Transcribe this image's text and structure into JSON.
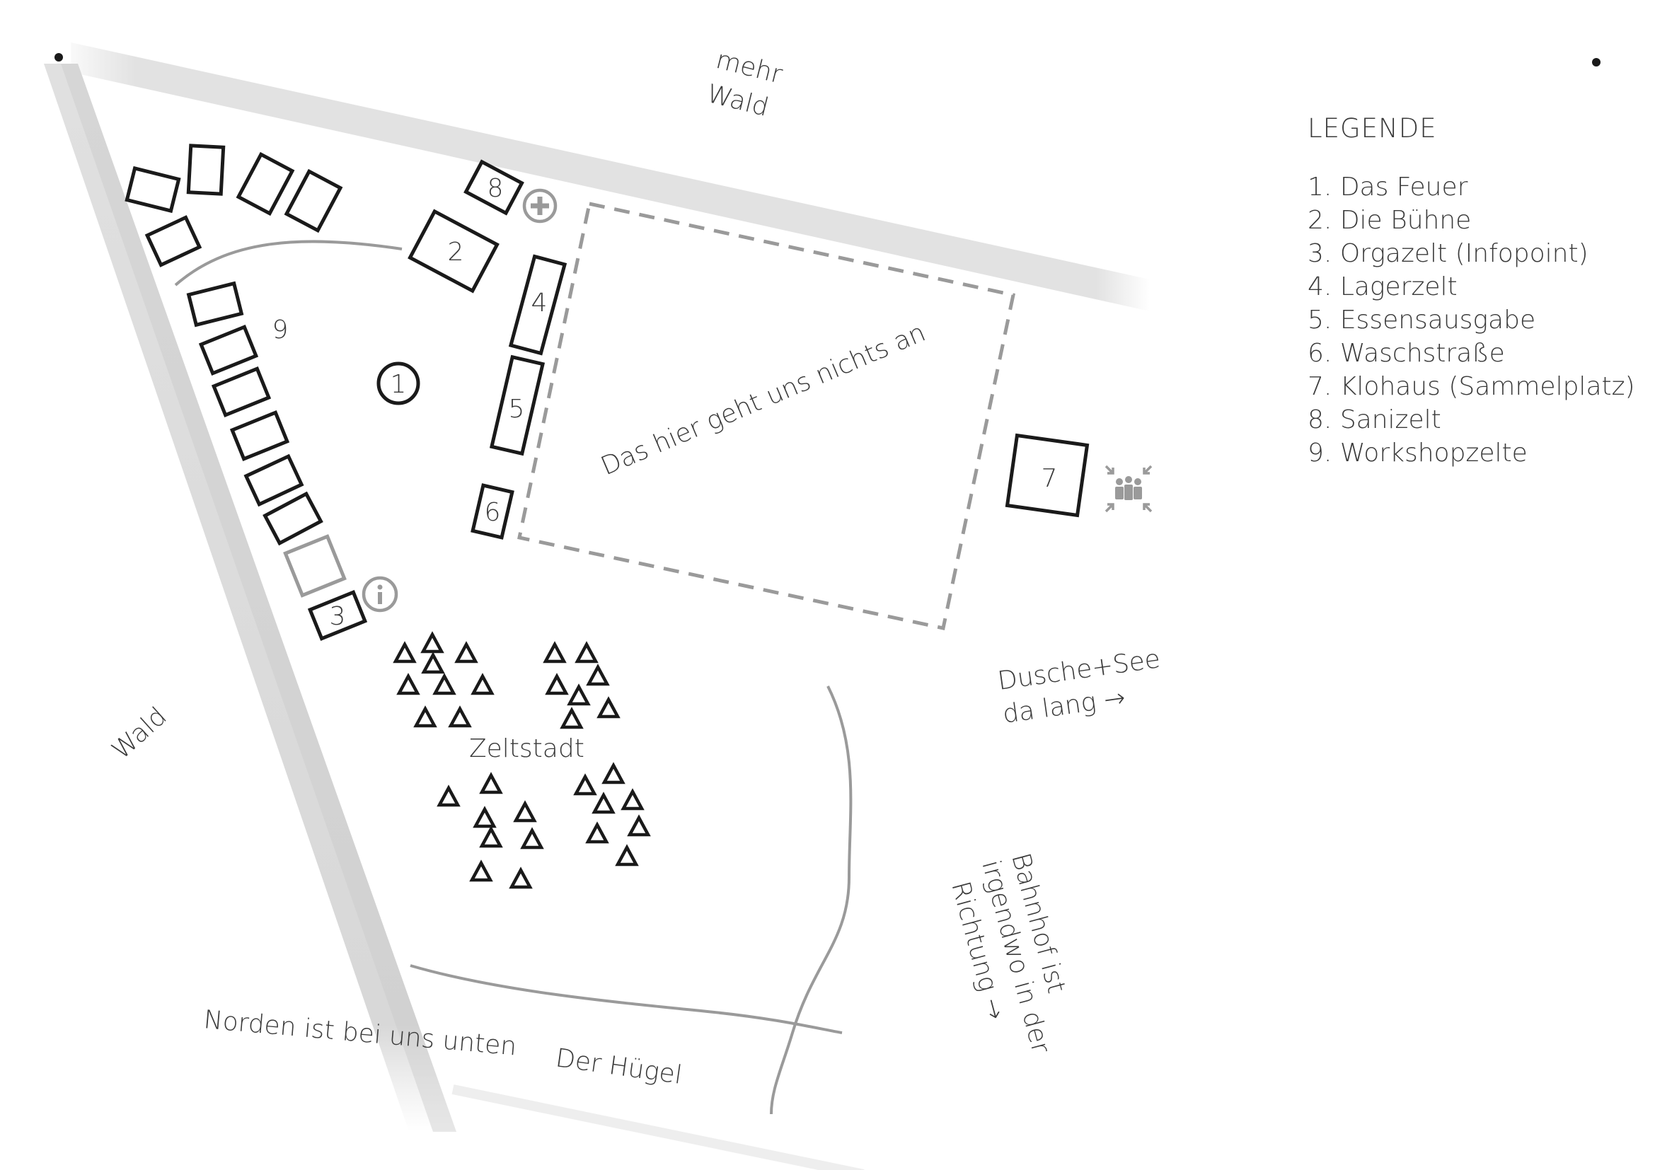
{
  "map": {
    "areas": {
      "forest_top": "mehr",
      "forest_top_2": "Wald",
      "forest_left": "Wald",
      "unconcerned_zone": "Das hier geht uns nichts an",
      "tent_city": "Zeltstadt",
      "hill": "Der Hügel"
    },
    "markers": [
      "1",
      "2",
      "3",
      "4",
      "5",
      "6",
      "7",
      "8",
      "9"
    ],
    "directions": {
      "shower_lake_line1": "Dusche+See",
      "shower_lake_line2": "da lang →",
      "station_line1": "Bahnhof ist",
      "station_line2": "irgendwo in der",
      "station_line3": "Richtung →",
      "north_note": "Norden ist bei uns unten"
    },
    "icons": [
      "first-aid-icon",
      "info-icon",
      "assembly-point-icon",
      "tent-icon"
    ],
    "colors": {
      "ink": "#1a1a1a",
      "gray": "#9a9a9a",
      "road": "#e2e2e2"
    }
  },
  "legend": {
    "title": "LEGENDE",
    "items": [
      {
        "num": "1.",
        "label": "Das Feuer"
      },
      {
        "num": "2.",
        "label": "Die Bühne"
      },
      {
        "num": "3.",
        "label": "Orgazelt (Infopoint)"
      },
      {
        "num": "4.",
        "label": "Lagerzelt"
      },
      {
        "num": "5.",
        "label": "Essensausgabe"
      },
      {
        "num": "6.",
        "label": "Waschstraße"
      },
      {
        "num": "7.",
        "label": "Klohaus (Sammelplatz)"
      },
      {
        "num": "8.",
        "label": "Sanizelt"
      },
      {
        "num": "9.",
        "label": "Workshopzelte"
      }
    ]
  }
}
